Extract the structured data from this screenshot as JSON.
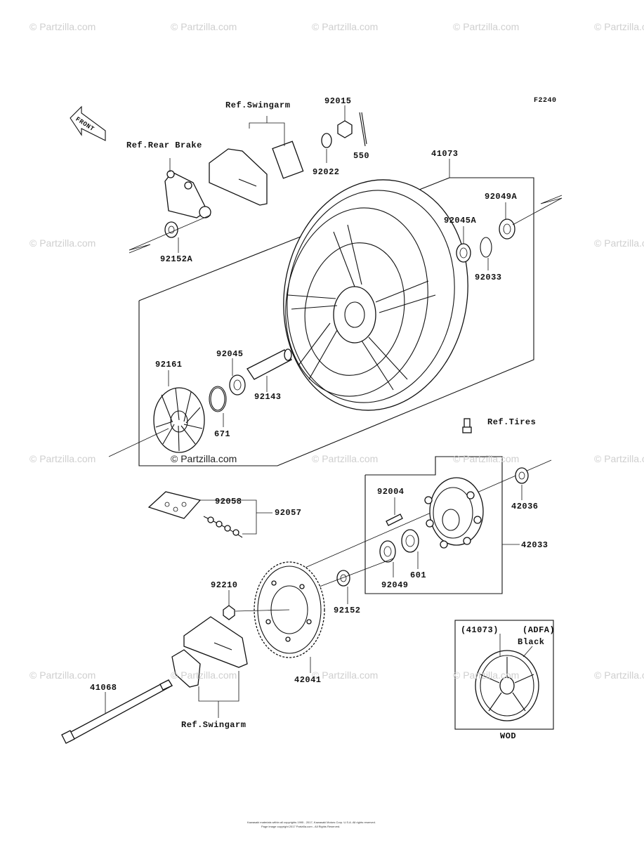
{
  "drawing_code": "F2240",
  "front_label": "FRONT",
  "watermark": "© Partzilla.com",
  "parts": {
    "p92015": "92015",
    "p550": "550",
    "p92022": "92022",
    "p41073": "41073",
    "p92049A": "92049A",
    "p92045A": "92045A",
    "p92033": "92033",
    "p92152A": "92152A",
    "p92045": "92045",
    "p92161": "92161",
    "p92143": "92143",
    "p671": "671",
    "p92004": "92004",
    "p42036": "42036",
    "p42033": "42033",
    "p92058": "92058",
    "p92057": "92057",
    "p601": "601",
    "p92049": "92049",
    "p92210": "92210",
    "p92152": "92152",
    "p42041": "42041",
    "p41068": "41068"
  },
  "refs": {
    "swingarm_top": "Ref.Swingarm",
    "rear_brake": "Ref.Rear Brake",
    "tires": "Ref.Tires",
    "swingarm_bottom": "Ref.Swingarm"
  },
  "inset": {
    "part": "(41073)",
    "code": "(ADFA)",
    "color": "Black",
    "caption": "WOD"
  },
  "footer_line1": "Kawasaki materials within all copyrights 1995 - 2017, Kawasaki Motors Corp. U.S.A. All rights reserved.",
  "footer_line2": "Page image copyright 2017 Partzilla.com - All Rights Reserved."
}
